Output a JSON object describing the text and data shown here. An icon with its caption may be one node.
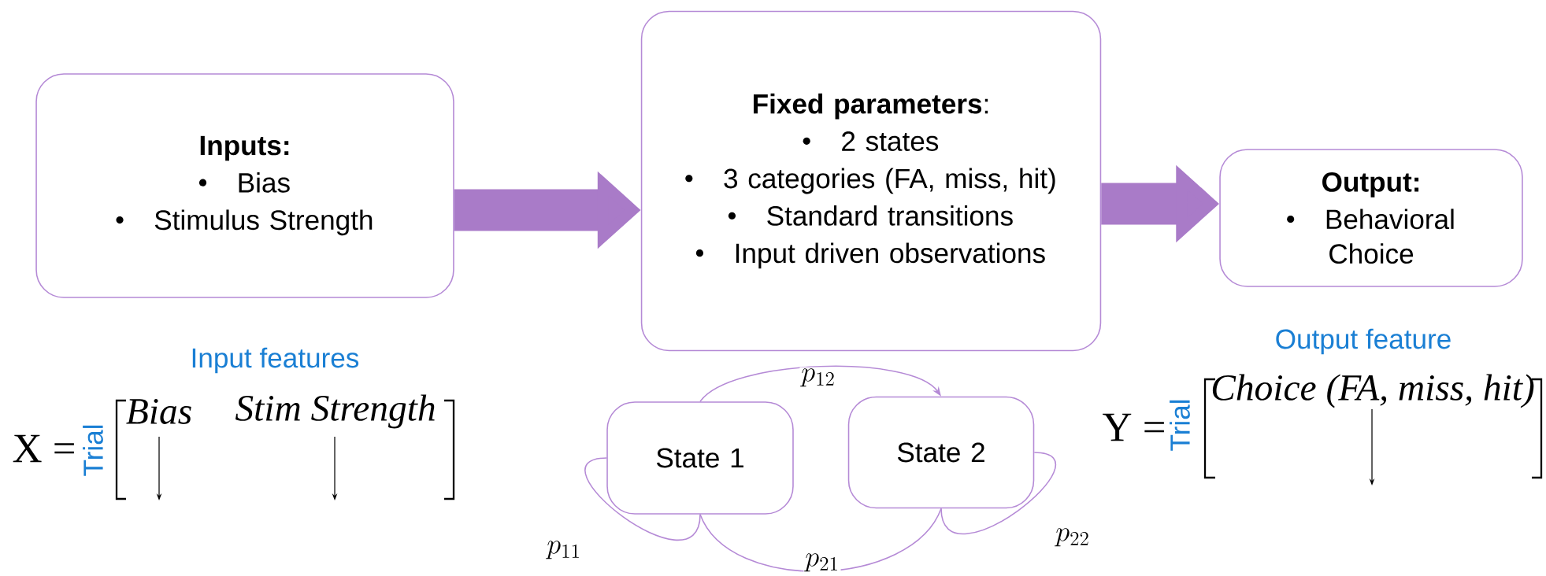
{
  "diagram": {
    "nodes": [
      {
        "text": [
          "Inputs:",
          "Bias",
          "Stimulus Strength"
        ]
      },
      {
        "text": [
          "**Fixed parameters**:",
          "2 states",
          "3 categories (FA, miss, hit)",
          "Standard transitions",
          "Input driven observations"
        ]
      },
      {
        "text": [
          "Output:",
          "Behavioral Choice"
        ]
      },
      {
        "text": [
          "State 1"
        ]
      },
      {
        "text": [
          "State 2"
        ]
      }
    ],
    "edges": [
      {
        "from": 0,
        "to": 1,
        "arrow": "to",
        "style": "thick",
        "color": "#a97bc8"
      },
      {
        "from": 1,
        "to": 2,
        "arrow": "to",
        "style": "thick",
        "color": "#a97bc8"
      },
      {
        "from": 3,
        "to": 3,
        "arrow": "none",
        "label": "p_{11}"
      },
      {
        "from": 3,
        "to": 4,
        "arrow": "to",
        "label": "p_{12}"
      },
      {
        "from": 4,
        "to": 3,
        "arrow": "none",
        "label": "p_{21}"
      },
      {
        "from": 4,
        "to": 4,
        "arrow": "none",
        "label": "p_{22}"
      }
    ],
    "labels": [
      "Input features",
      "X =",
      "Trial",
      "Bias",
      "Stim Strength",
      "Output feature",
      "Y =",
      "Trial",
      "Choice (FA, miss, hit)"
    ]
  }
}
